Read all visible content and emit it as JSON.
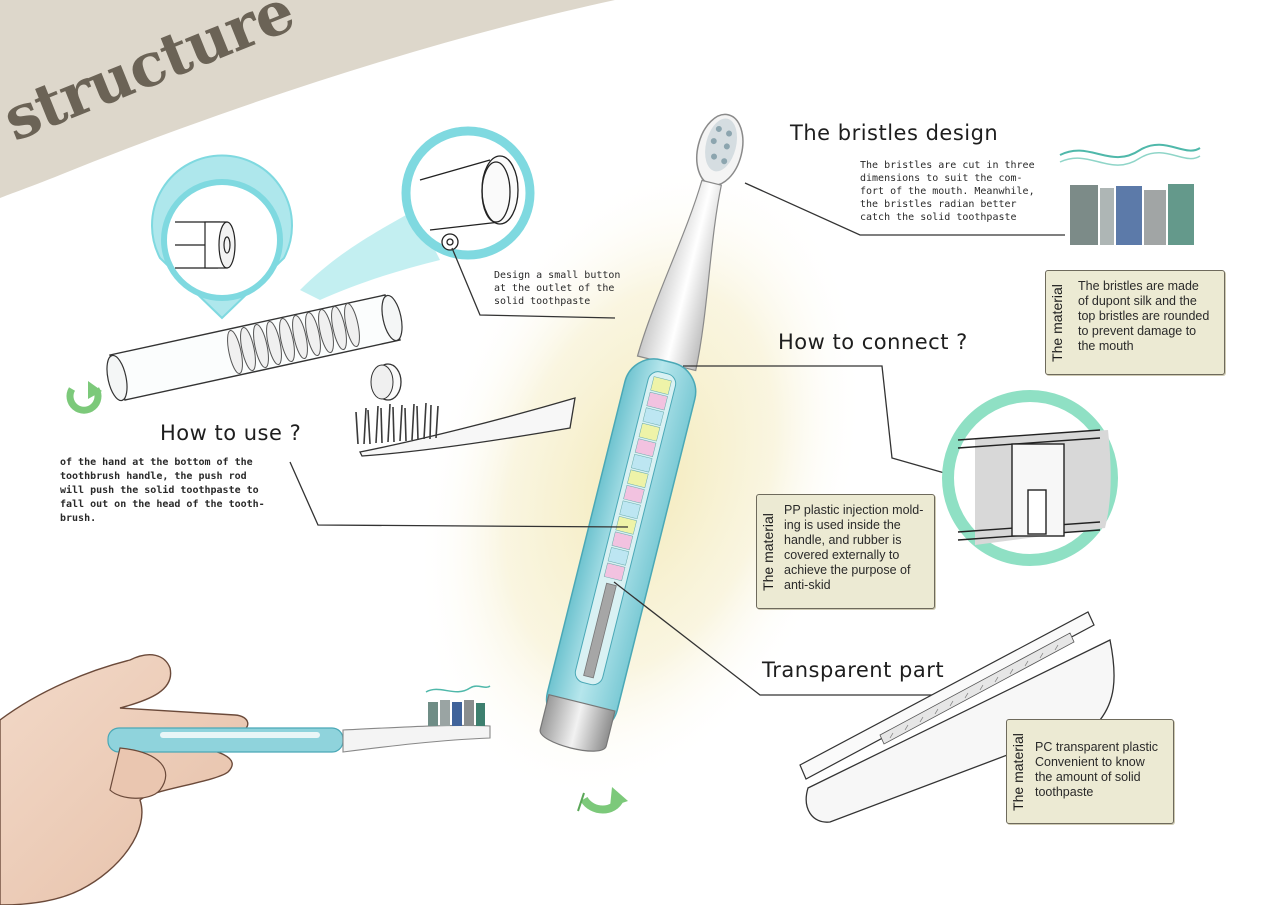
{
  "banner": {
    "title": "structure"
  },
  "bristles": {
    "heading": "The bristles design",
    "description_lines": [
      "The bristles are cut in three",
      "dimensions to suit the com-",
      "fort of the mouth. Meanwhile,",
      "the bristles radian better",
      "catch the solid toothpaste"
    ],
    "material_label": "The material",
    "material_lines": [
      "The bristles are made",
      "of dupont silk and the",
      "top bristles are rounded",
      "to prevent damage to",
      "the mouth"
    ]
  },
  "button_note": {
    "lines": [
      "Design a small button",
      "at the outlet of the",
      "solid toothpaste"
    ]
  },
  "connect": {
    "heading": "How to connect ?"
  },
  "usage": {
    "heading": "How to use ?",
    "lines": [
      "of the hand at the bottom of the",
      "toothbrush handle, the push rod",
      "will push the solid toothpaste to",
      "fall out on the head of the tooth-",
      "brush."
    ]
  },
  "handle_material": {
    "label": "The material",
    "lines": [
      "PP plastic injection mold-",
      "ing is used inside the",
      "handle, and rubber is",
      "covered externally to",
      "achieve the purpose of",
      "anti-skid"
    ]
  },
  "transparent": {
    "heading": "Transparent part",
    "material_label": "The material",
    "material_lines": [
      "PC transparent plastic",
      "Convenient to know",
      "the amount of solid",
      "toothpaste"
    ]
  },
  "colors": {
    "banner": "#ddd7cb",
    "banner_text": "#6b6356",
    "handle_blue": "#8fd3dc",
    "mint_circle": "#8fe0c4",
    "callout_cyan": "#7fd9e0",
    "material_box": "#ecead3",
    "arrow_green": "#7cc97a"
  },
  "icons": [
    "rotate-arrow-icon",
    "rotate-arrow-icon"
  ]
}
